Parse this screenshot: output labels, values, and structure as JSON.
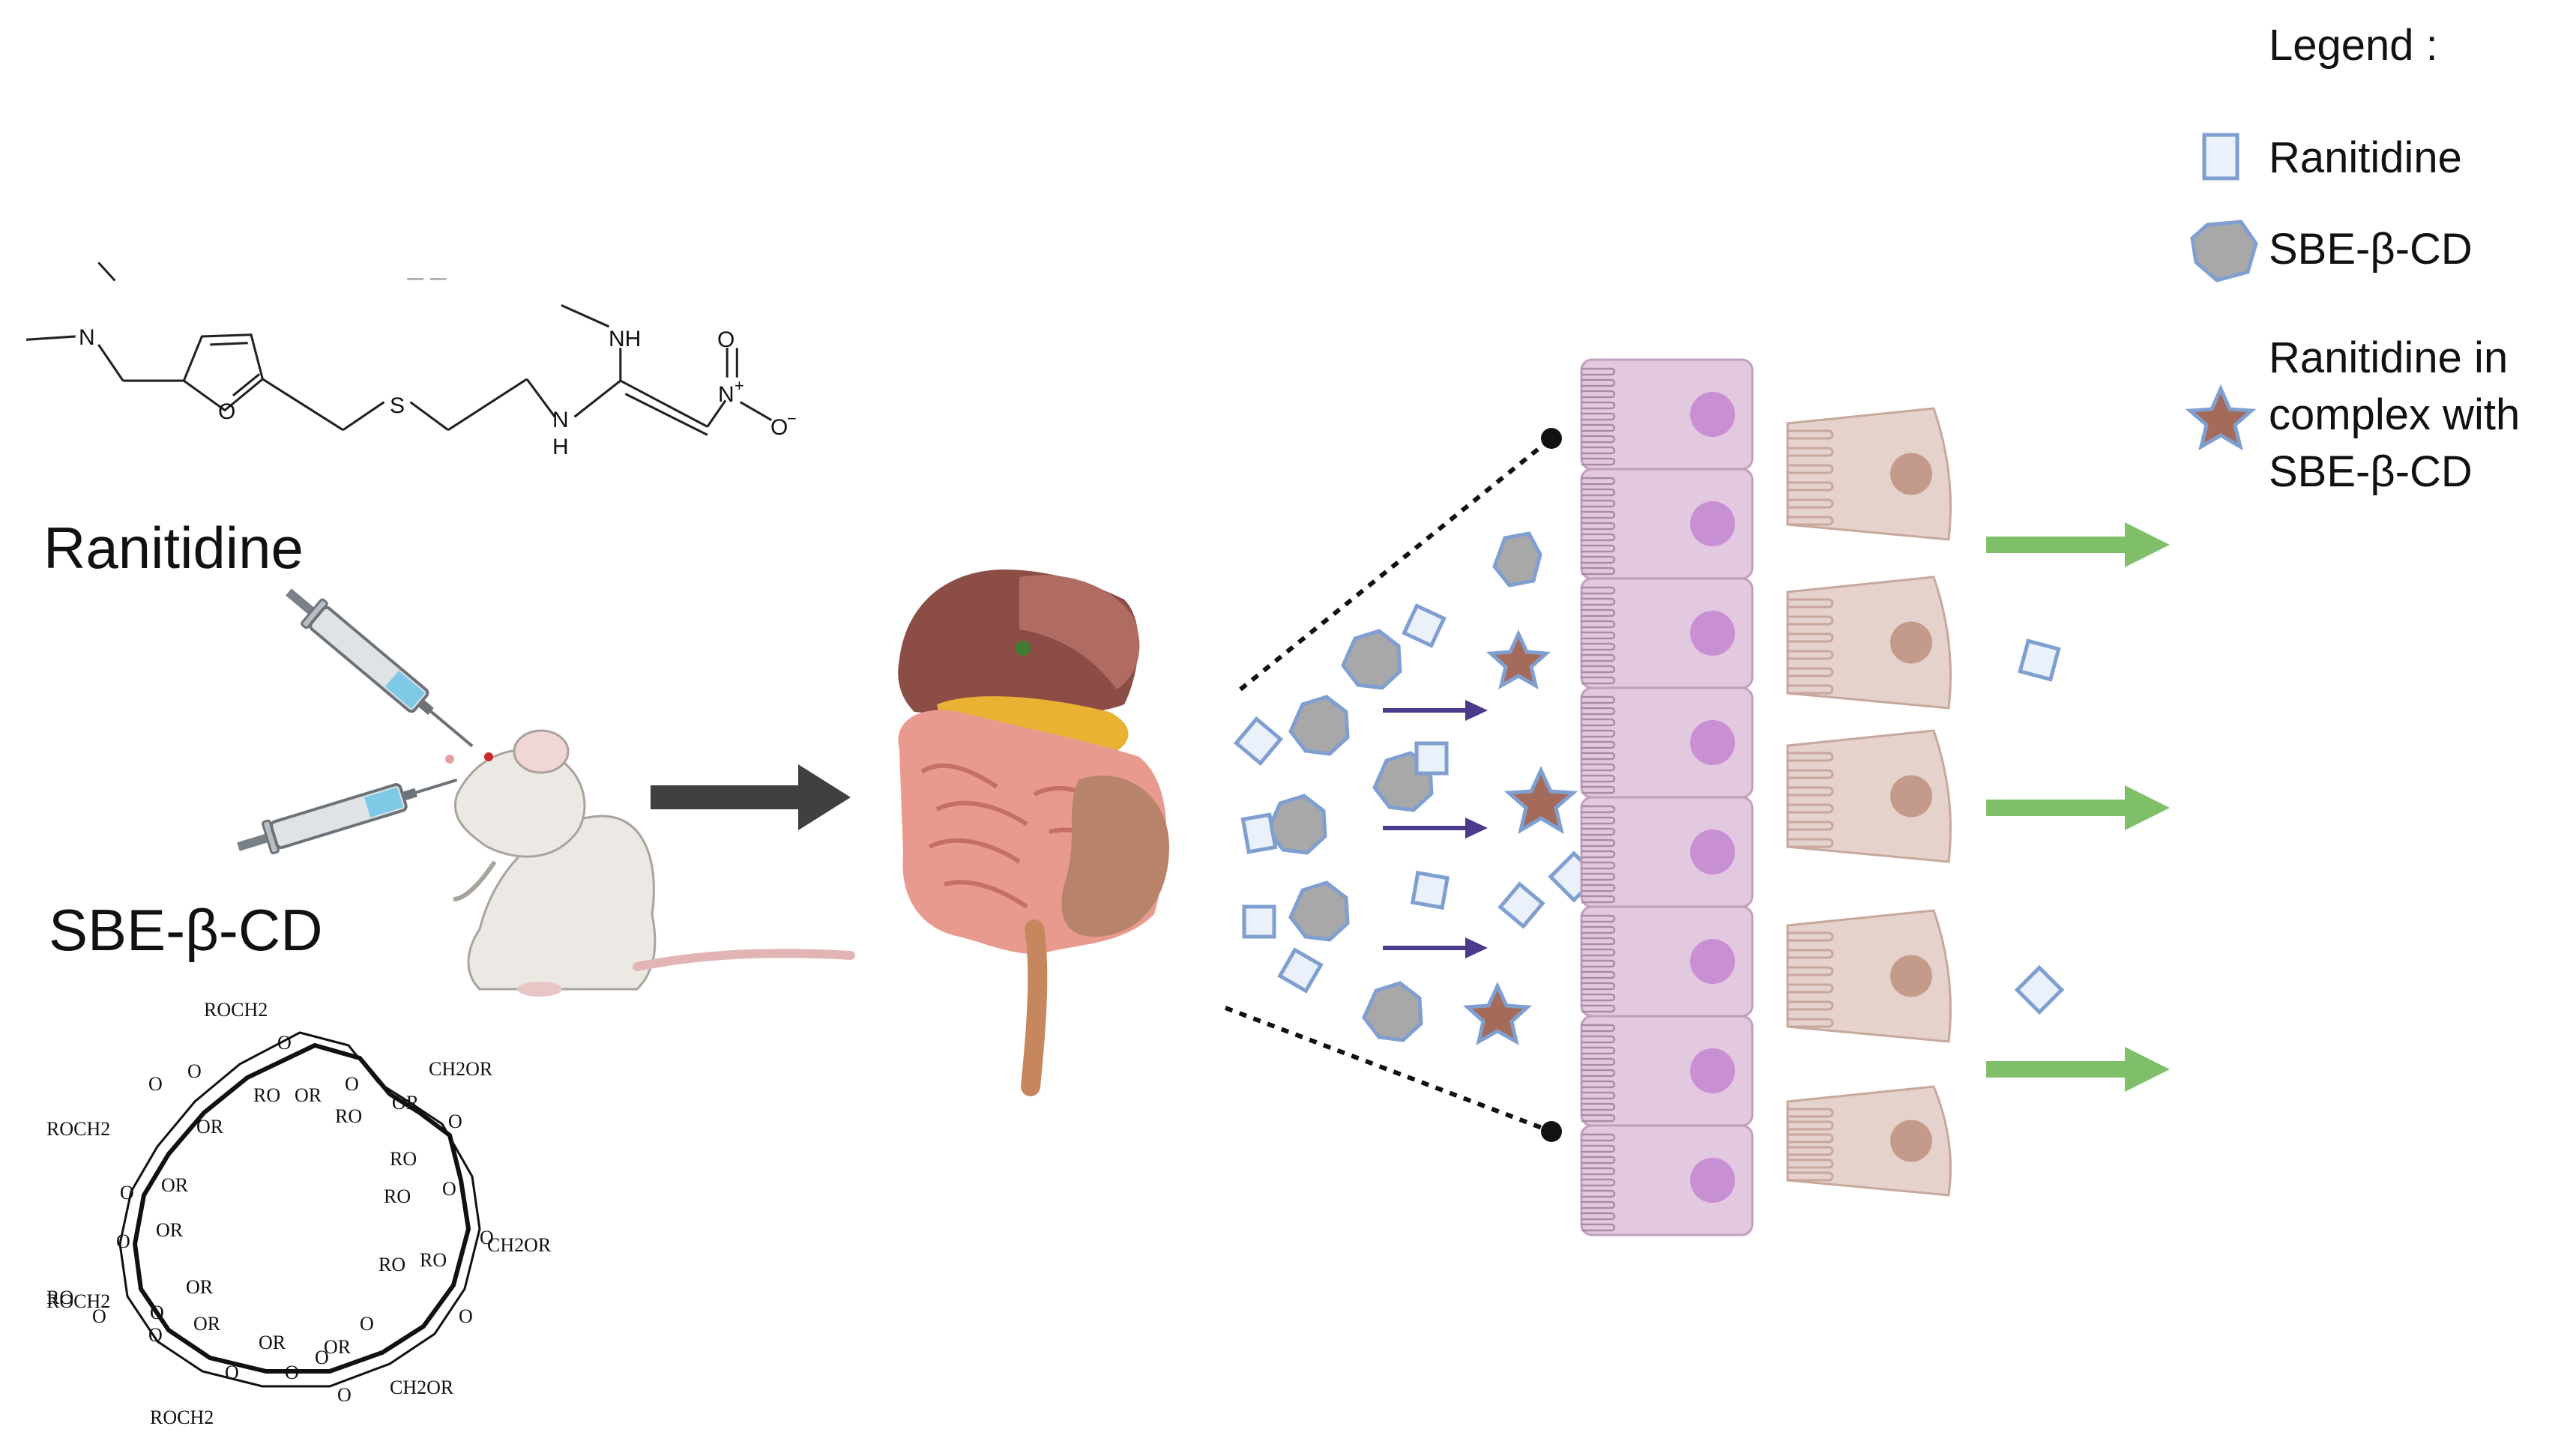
{
  "labels": {
    "ranitidine": "Ranitidine",
    "sbe": "SBE-β-CD"
  },
  "legend": {
    "title": "Legend :",
    "items": [
      {
        "label": "Ranitidine",
        "icon": "square-icon"
      },
      {
        "label": "SBE-β-CD",
        "icon": "hexagon-icon"
      },
      {
        "label_lines": [
          "Ranitidine in",
          "complex with",
          "SBE-β-CD"
        ],
        "icon": "star-icon"
      }
    ]
  },
  "ranitidine_structure": {
    "atoms": {
      "n1": "N",
      "o_ring": "O",
      "s": "S",
      "nh_top": "NH",
      "n_bottom": "N",
      "h_bottom": "H",
      "o_top": "O",
      "n_plus": "N",
      "plus": "+",
      "o_minus": "O",
      "minus": "−"
    }
  },
  "cyclodextrin_structure": {
    "groups": [
      "ROCH2",
      "O",
      "RO",
      "OR",
      "O",
      "CH2OR",
      "OR",
      "RO",
      "O",
      "RO",
      "O",
      "OR",
      "O",
      "ROCH2",
      "OR",
      "O",
      "RO",
      "O",
      "O",
      "OR",
      "RO",
      "O",
      "CH2OR",
      "RO",
      "O",
      "RO",
      "OR",
      "O",
      "O",
      "ROCH2",
      "OR",
      "O",
      "O",
      "OR",
      "O",
      "OR",
      "O",
      "O",
      "CH2OR",
      "O",
      "ROCH2"
    ]
  },
  "colors": {
    "ranitidine_fill": "#eaf1fb",
    "ranitidine_stroke": "#7f9fd0",
    "sbe_fill": "#a8a8a8",
    "sbe_stroke": "#7f9fd0",
    "complex_star": "#a56b5a",
    "epithelium": "#e2c9e0",
    "epithelium_nucleus": "#c98fd3",
    "cell_right": "#e6d2cc",
    "cell_right_nucleus": "#c49a8a",
    "arrow_purple": "#4b3a8c",
    "arrow_green": "#7fbf6a",
    "arrow_gray": "#404040"
  }
}
